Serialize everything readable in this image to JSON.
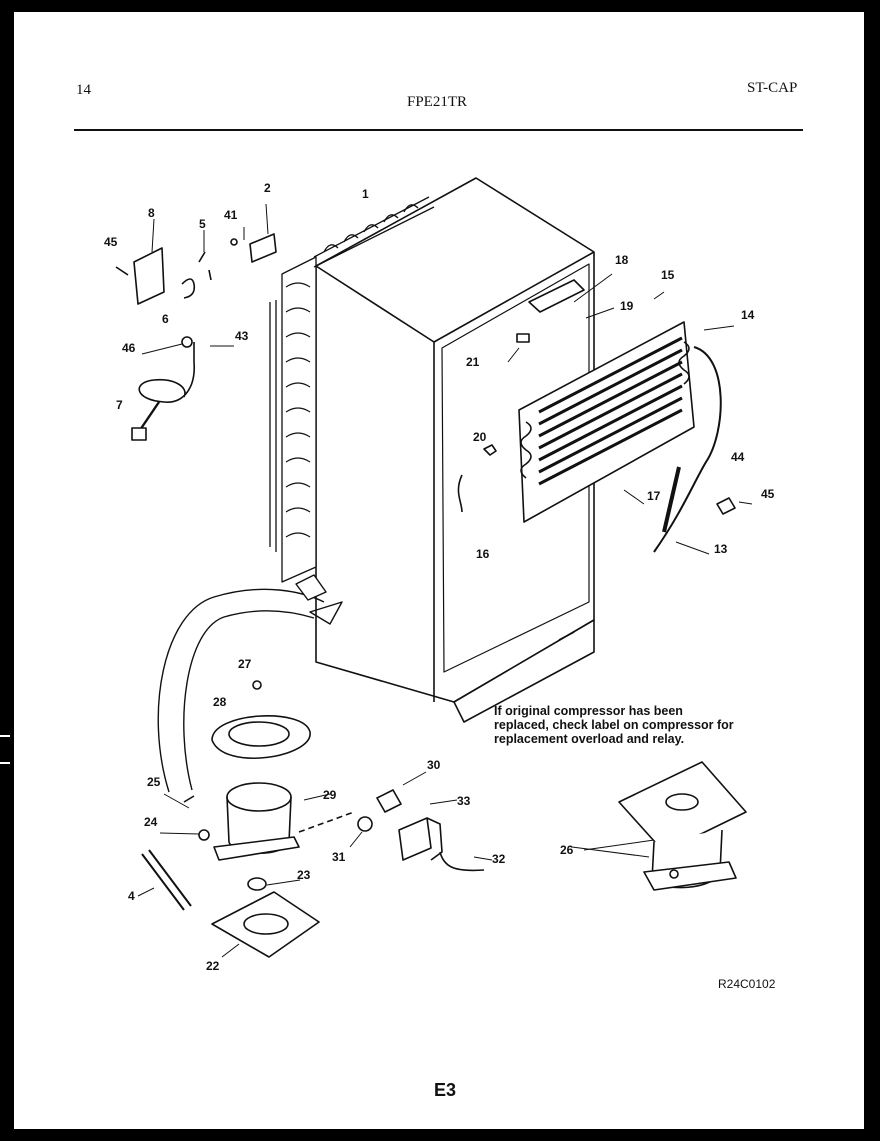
{
  "header": {
    "page_number": "14",
    "model": "FPE21TR",
    "series": "ST-CAP"
  },
  "callouts": [
    "1",
    "2",
    "4",
    "5",
    "6",
    "7",
    "8",
    "13",
    "14",
    "15",
    "16",
    "17",
    "18",
    "19",
    "20",
    "21",
    "22",
    "23",
    "24",
    "25",
    "26",
    "27",
    "28",
    "29",
    "30",
    "31",
    "32",
    "33",
    "41",
    "43",
    "44",
    "45",
    "45",
    "46"
  ],
  "note": "If original compressor has been replaced, check label on compressor for replacement overload and relay.",
  "drawing_code": "R24C0102",
  "page_label": "E3"
}
